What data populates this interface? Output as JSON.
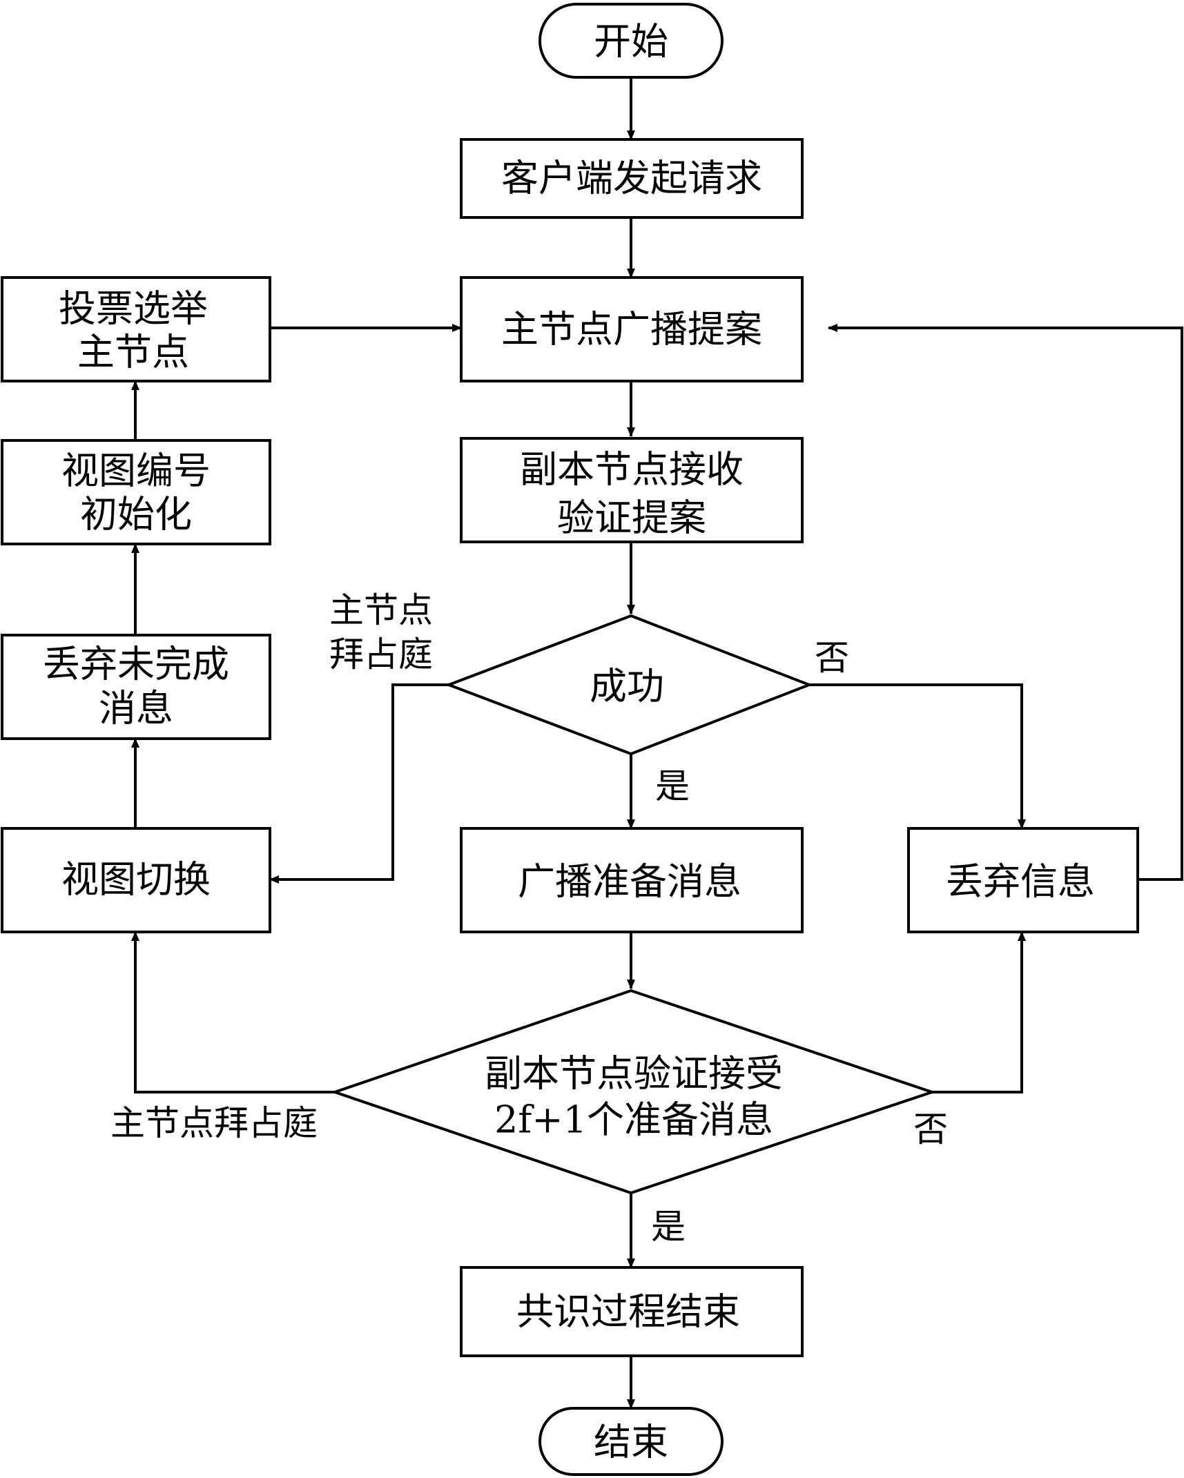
{
  "nodes": {
    "start": "开始",
    "client_request": "客户端发起请求",
    "primary_broadcast": "主节点广播提案",
    "replica_verify": [
      "副本节点接收",
      "验证提案"
    ],
    "success_decision": "成功",
    "broadcast_prepare": "广播准备消息",
    "discard_info": "丢弃信息",
    "replica_accept": [
      "副本节点验证接受",
      "2f+1个准备消息"
    ],
    "consensus_end": "共识过程结束",
    "end": "结束",
    "view_change": "视图切换",
    "discard_incomplete": [
      "丢弃未完成",
      "消息"
    ],
    "view_init": [
      "视图编号",
      "初始化"
    ],
    "vote_primary": [
      "投票选举",
      "主节点"
    ]
  },
  "edge_labels": {
    "primary_byzantine_1": [
      "主节点",
      "拜占庭"
    ],
    "no_1": "否",
    "yes_1": "是",
    "primary_byzantine_2": "主节点拜占庭",
    "no_2": "否",
    "yes_2": "是"
  },
  "colors": {
    "stroke": "#000000",
    "fill": "#ffffff",
    "text": "#000000"
  }
}
